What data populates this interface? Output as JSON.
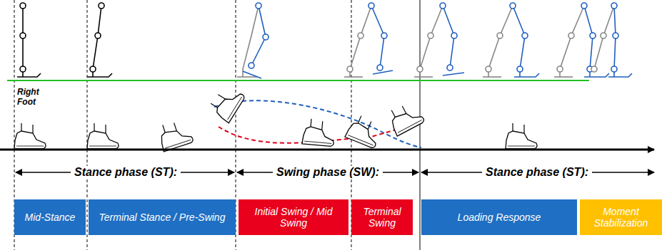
{
  "diagram": {
    "nodes": [
      {
        "text": [
          "Mid-Stance"
        ]
      },
      {
        "text": [
          "Terminal Stance / Pre-Swing"
        ]
      },
      {
        "text": [
          "Initial Swing / Mid Swing"
        ]
      },
      {
        "text": [
          "Terminal Swing"
        ]
      },
      {
        "text": [
          "Loading Response"
        ]
      },
      {
        "text": [
          "Moment Stabilization"
        ]
      }
    ],
    "labels": [
      "Right Foot",
      "Stance phase (ST):",
      "Swing phase (SW):",
      "Stance phase (ST):"
    ]
  }
}
